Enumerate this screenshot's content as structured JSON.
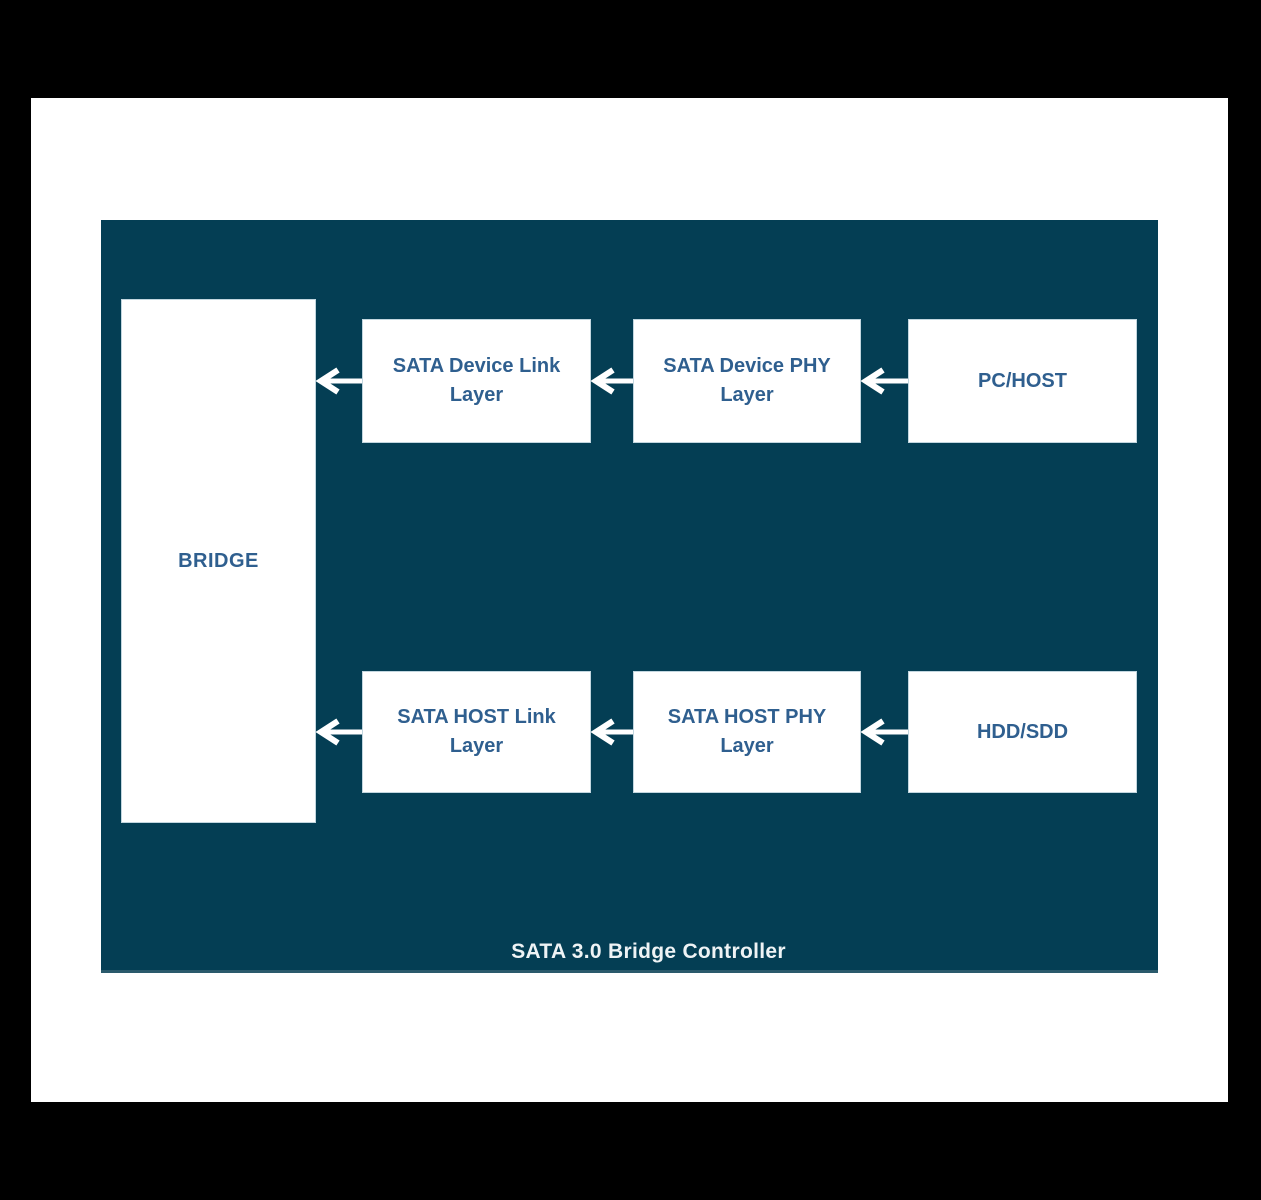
{
  "diagram": {
    "title": "SATA 3.0 Bridge Controller",
    "nodes": {
      "bridge": {
        "label": "BRIDGE"
      },
      "device_link": {
        "label": "SATA Device Link Layer"
      },
      "device_phy": {
        "label": "SATA Device PHY Layer"
      },
      "pc_host": {
        "label": "PC/HOST"
      },
      "host_link": {
        "label": "SATA HOST Link Layer"
      },
      "host_phy": {
        "label": "SATA HOST PHY Layer"
      },
      "hdd_sdd": {
        "label": "HDD/SDD"
      }
    },
    "edges": [
      {
        "from": "pc_host",
        "to": "device_phy",
        "direction": "left"
      },
      {
        "from": "device_phy",
        "to": "device_link",
        "direction": "left"
      },
      {
        "from": "device_link",
        "to": "bridge",
        "direction": "left"
      },
      {
        "from": "hdd_sdd",
        "to": "host_phy",
        "direction": "left"
      },
      {
        "from": "host_phy",
        "to": "host_link",
        "direction": "left"
      },
      {
        "from": "host_link",
        "to": "bridge",
        "direction": "left"
      }
    ],
    "colors": {
      "backdrop": "#000000",
      "page_background": "#ffffff",
      "panel_background": "#043e54",
      "node_background": "#ffffff",
      "node_text": "#2f5f8f",
      "title_text": "#eef3f5",
      "arrow": "#ffffff"
    }
  }
}
